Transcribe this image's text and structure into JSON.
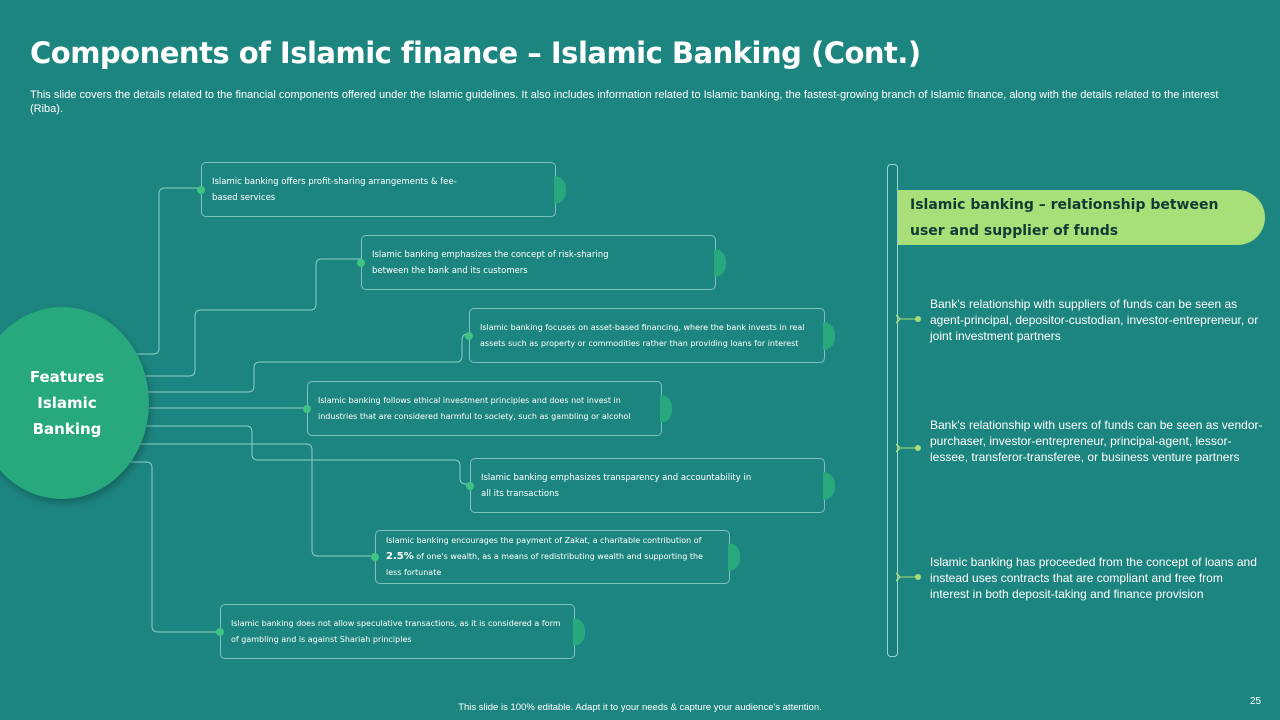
{
  "slide": {
    "title": "Components of Islamic finance – Islamic Banking (Cont.)",
    "subtitle": "This slide covers the details related to the financial components offered under the Islamic guidelines. It also includes information related to Islamic banking, the fastest-growing branch of Islamic finance, along with the details related to the interest (Riba).",
    "footer": "This slide is 100% editable. Adapt it to your needs & capture your audience's attention.",
    "page_number": "25"
  },
  "hub": {
    "label": "Features\nIslamic Banking"
  },
  "features": [
    {
      "text": "Islamic banking offers profit-sharing arrangements & fee-based services"
    },
    {
      "text": "Islamic banking emphasizes the concept of risk-sharing between the bank and its customers"
    },
    {
      "text": "Islamic banking focuses on asset-based financing, where the bank invests in real assets such as property or commodities rather than providing loans for interest"
    },
    {
      "text": "Islamic banking follows ethical investment principles and does not invest in industries that are considered harmful to society, such as gambling or alcohol"
    },
    {
      "text": "Islamic banking emphasizes transparency and accountability in all its transactions"
    },
    {
      "text_before": "Islamic banking encourages the payment of Zakat, a charitable contribution of ",
      "highlight": "2.5%",
      "text_after": " of one's wealth, as a means of redistributing wealth and supporting the less fortunate"
    },
    {
      "text": "Islamic banking does not allow speculative transactions, as it is considered a form of gambling and is against Shariah principles"
    }
  ],
  "relationship": {
    "heading": "Islamic banking – relationship between user and supplier of funds",
    "points": [
      "Bank's relationship with suppliers of funds can be seen as agent-principal, depositor-custodian, investor-entrepreneur, or joint investment partners",
      "Bank's relationship with users of funds can be seen as vendor-purchaser, investor-entrepreneur, principal-agent, lessor-lessee, transferor-transferee, or business venture partners",
      "Islamic banking has proceeded from the concept of loans and instead uses contracts that are compliant and free from interest in both deposit-taking and finance provision"
    ]
  },
  "colors": {
    "background": "#1d8580",
    "hub": "#27a97d",
    "accent_green": "#3fc483",
    "heading_pill": "#a9df78",
    "box_border": "#7fc1bc"
  }
}
